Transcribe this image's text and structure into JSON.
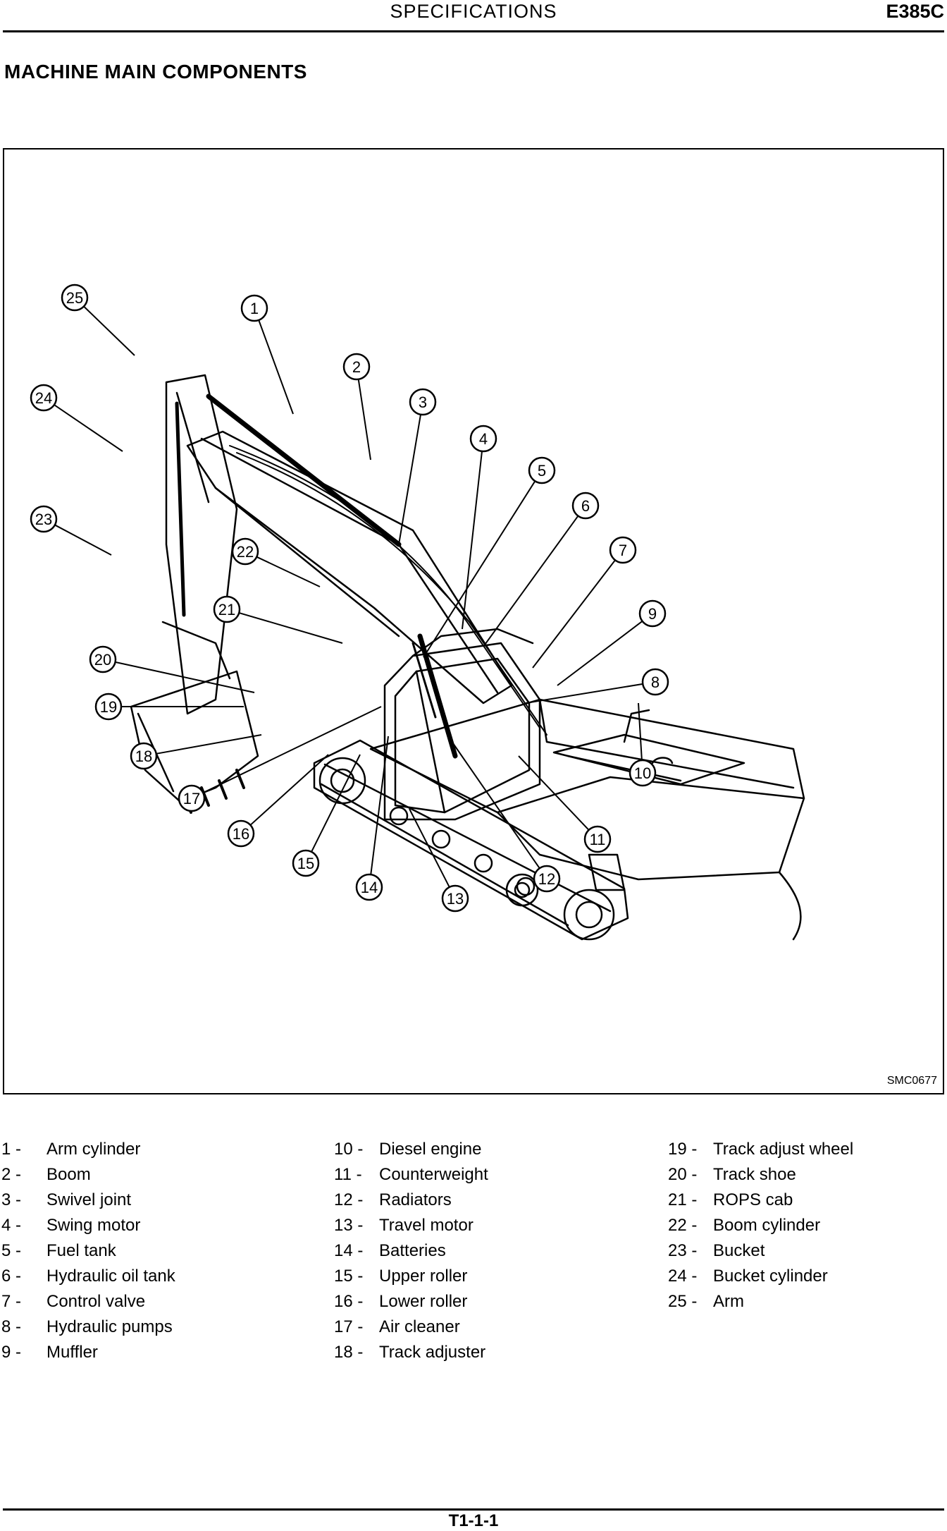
{
  "header": {
    "section": "SPECIFICATIONS",
    "model": "E385C"
  },
  "title": "MACHINE MAIN COMPONENTS",
  "figure": {
    "code": "SMC0677",
    "callouts": [
      "1",
      "2",
      "3",
      "4",
      "5",
      "6",
      "7",
      "8",
      "9",
      "10",
      "11",
      "12",
      "13",
      "14",
      "15",
      "16",
      "17",
      "18",
      "19",
      "20",
      "21",
      "22",
      "23",
      "24",
      "25"
    ]
  },
  "legend": {
    "col1": [
      {
        "num": "1 -",
        "label": "Arm cylinder"
      },
      {
        "num": "2 -",
        "label": "Boom"
      },
      {
        "num": "3 -",
        "label": "Swivel joint"
      },
      {
        "num": "4 -",
        "label": "Swing motor"
      },
      {
        "num": "5 -",
        "label": "Fuel tank"
      },
      {
        "num": "6 -",
        "label": "Hydraulic oil tank"
      },
      {
        "num": "7 -",
        "label": "Control valve"
      },
      {
        "num": "8 -",
        "label": "Hydraulic pumps"
      },
      {
        "num": "9 -",
        "label": "Muffler"
      }
    ],
    "col2": [
      {
        "num": "10 -",
        "label": "Diesel engine"
      },
      {
        "num": "11 -",
        "label": "Counterweight"
      },
      {
        "num": "12 -",
        "label": "Radiators"
      },
      {
        "num": "13 -",
        "label": "Travel motor"
      },
      {
        "num": "14 -",
        "label": "Batteries"
      },
      {
        "num": "15 -",
        "label": "Upper roller"
      },
      {
        "num": "16 -",
        "label": "Lower roller"
      },
      {
        "num": "17 -",
        "label": "Air cleaner"
      },
      {
        "num": "18 -",
        "label": "Track adjuster"
      }
    ],
    "col3": [
      {
        "num": "19 -",
        "label": "Track adjust wheel"
      },
      {
        "num": "20 -",
        "label": "Track shoe"
      },
      {
        "num": "21 -",
        "label": "ROPS cab"
      },
      {
        "num": "22 -",
        "label": "Boom cylinder"
      },
      {
        "num": "23 -",
        "label": "Bucket"
      },
      {
        "num": "24 -",
        "label": "Bucket cylinder"
      },
      {
        "num": "25 -",
        "label": "Arm"
      }
    ]
  },
  "footer": {
    "page": "T1-1-1"
  }
}
